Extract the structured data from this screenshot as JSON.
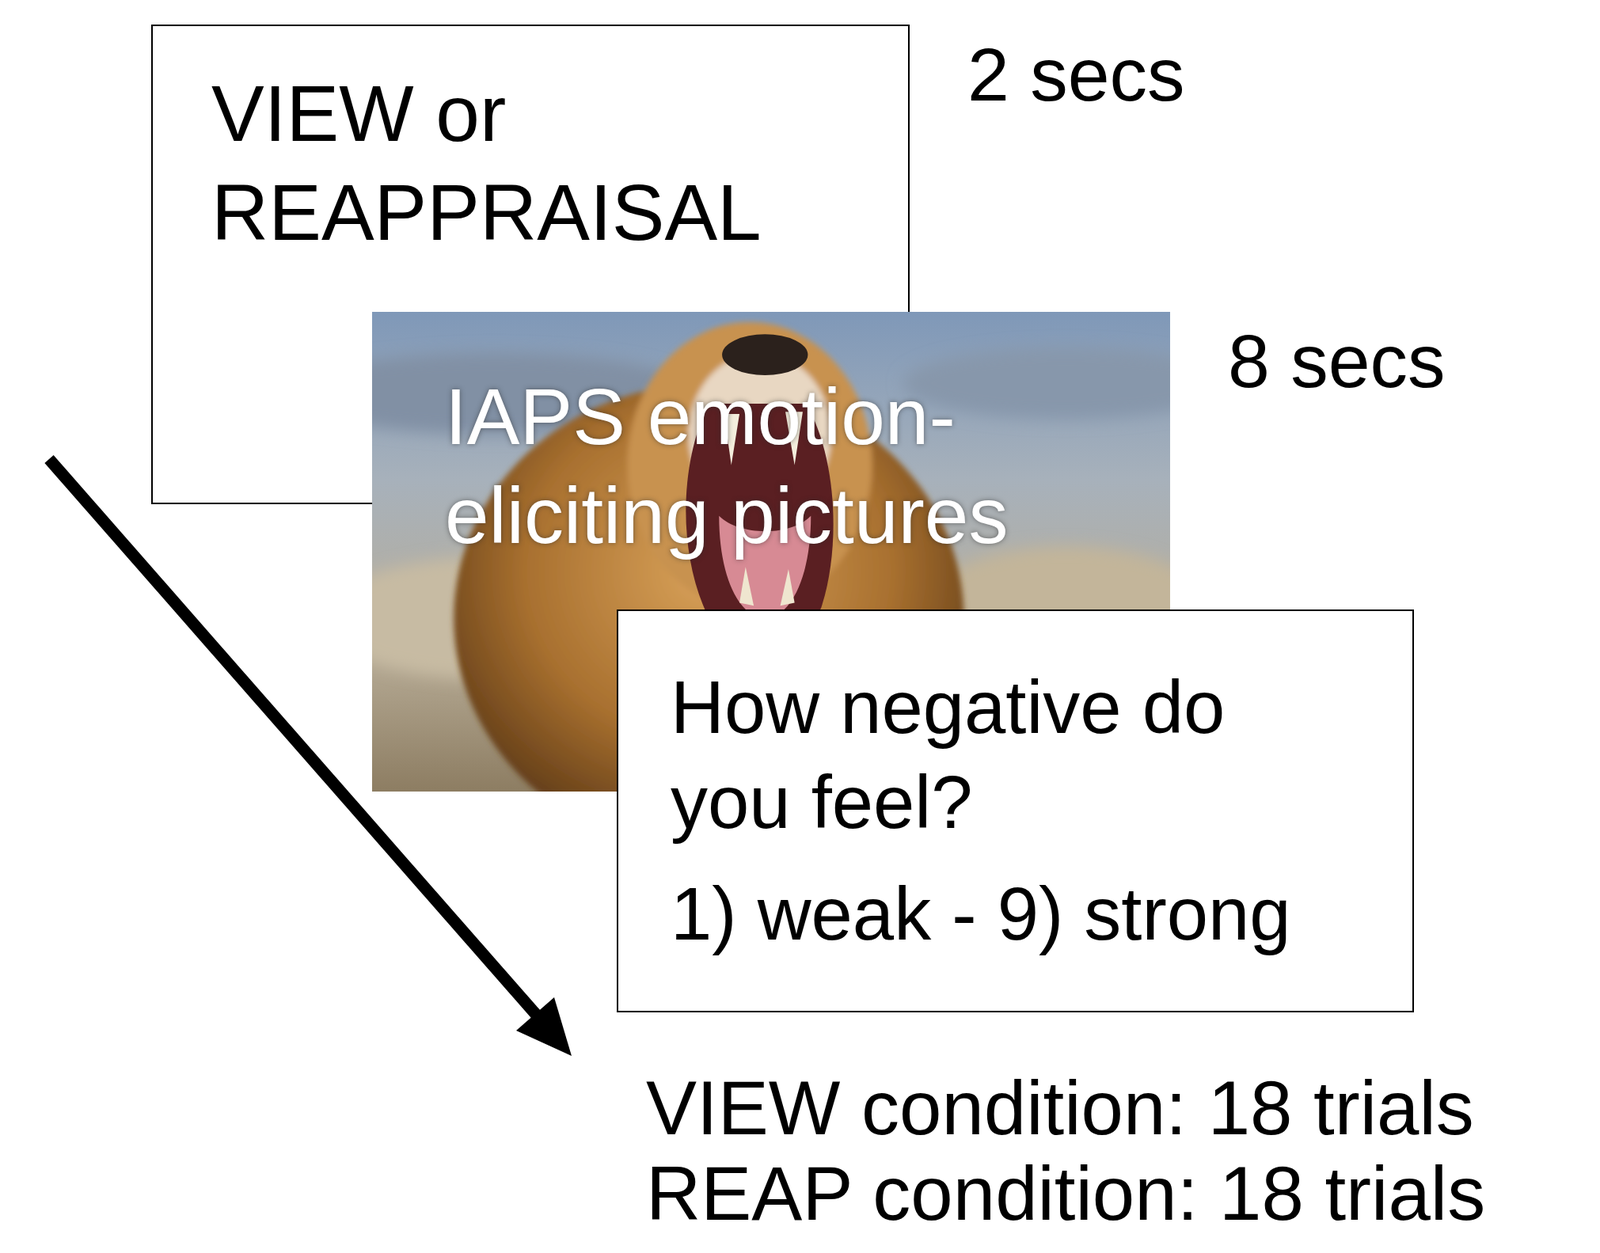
{
  "diagram": {
    "nodes": [
      {
        "text": [
          "VIEW or REAPPRAISAL"
        ]
      },
      {
        "text": [
          "IAPS emotion- eliciting pictures"
        ]
      },
      {
        "text": [
          "How negative do you feel?",
          "1) weak - 9) strong"
        ]
      }
    ],
    "labels": [
      "2 secs",
      "8 secs",
      "VIEW condition: 18 trials",
      "REAP condition: 18 trials"
    ]
  }
}
